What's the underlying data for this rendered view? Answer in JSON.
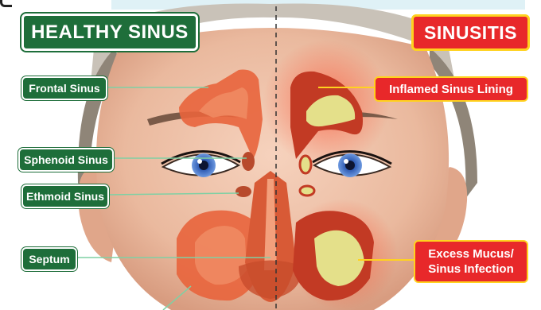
{
  "titles": {
    "healthy": "HEALTHY SINUS",
    "sinusitis": "SINUSITIS"
  },
  "labels": {
    "frontal": "Frontal Sinus",
    "sphenoid": "Sphenoid Sinus",
    "ethmoid": "Ethmoid Sinus",
    "septum": "Septum",
    "inflamed": "Inflamed Sinus Lining",
    "mucus_line1": "Excess Mucus/",
    "mucus_line2": "Sinus Infection"
  },
  "colors": {
    "healthy_green": "#1e6e3a",
    "sinusitis_red": "#e8282a",
    "highlight_yellow": "#ffd21f",
    "sinus_orange": "#e8643c",
    "mucus_yellow": "#e8e89a",
    "iris_blue": "#3f6fc2"
  }
}
